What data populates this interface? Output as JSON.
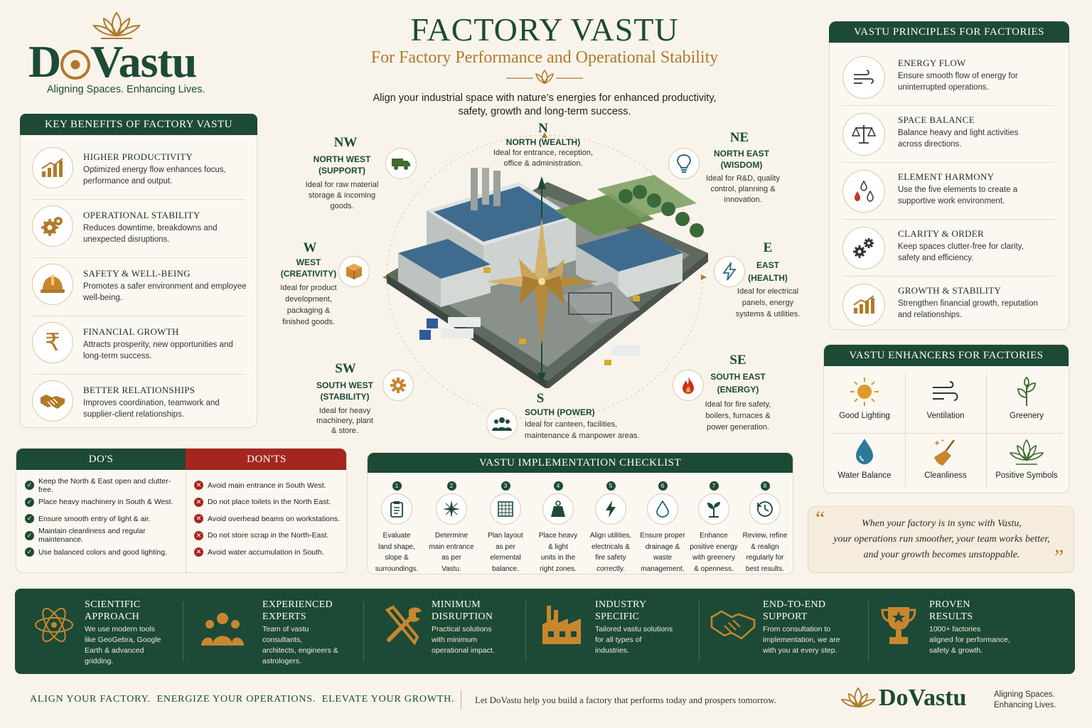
{
  "brand": {
    "name": "DoVastu",
    "tagline": "Aligning Spaces. Enhancing Lives.",
    "colors": {
      "green": "#1d4a36",
      "gold": "#b07a2a",
      "red": "#a3271f"
    }
  },
  "hero": {
    "title": "FACTORY VASTU",
    "subtitle": "For Factory Performance and Operational Stability",
    "intro_line1": "Align your industrial space with nature’s energies for enhanced productivity,",
    "intro_line2": "safety, growth and long-term success."
  },
  "benefits": {
    "header": "KEY BENEFITS OF FACTORY VASTU",
    "items": [
      {
        "icon": "growth-chart-icon",
        "title": "HIGHER PRODUCTIVITY",
        "desc": "Optimized energy flow enhances focus, performance and output."
      },
      {
        "icon": "gears-icon",
        "title": "OPERATIONAL STABILITY",
        "desc": "Reduces downtime, breakdowns and unexpected disruptions."
      },
      {
        "icon": "hard-hat-icon",
        "title": "SAFETY & WELL-BEING",
        "desc": "Promotes a safer environment and employee well-being."
      },
      {
        "icon": "rupee-icon",
        "title": "FINANCIAL GROWTH",
        "desc": "Attracts prosperity, new opportunities and long-term success."
      },
      {
        "icon": "handshake-icon",
        "title": "BETTER RELATIONSHIPS",
        "desc": "Improves coordination, teamwork and supplier-client relationships."
      }
    ]
  },
  "directions": {
    "n": {
      "abbr": "N",
      "name": "NORTH (WEALTH)",
      "desc1": "Ideal for entrance, reception,",
      "desc2": "office & administration."
    },
    "ne": {
      "abbr": "NE",
      "name1": "NORTH EAST",
      "name2": "(WISDOM)",
      "desc1": "Ideal for R&D, quality",
      "desc2": "control, planning &",
      "desc3": "innovation.",
      "icon": "bulb-icon"
    },
    "e": {
      "abbr": "E",
      "name1": "EAST",
      "name2": "(HEALTH)",
      "desc1": "Ideal for electrical",
      "desc2": "panels, energy",
      "desc3": "systems & utilities.",
      "icon": "lightning-icon"
    },
    "se": {
      "abbr": "SE",
      "name1": "SOUTH EAST",
      "name2": "(ENERGY)",
      "desc1": "Ideal for fire safety,",
      "desc2": "boilers, furnaces &",
      "desc3": "power generation.",
      "icon": "fire-icon"
    },
    "s": {
      "abbr": "S",
      "name": "SOUTH (POWER)",
      "desc1": "Ideal for canteen, facilities,",
      "desc2": "maintenance & manpower areas.",
      "icon": "people-icon"
    },
    "sw": {
      "abbr": "SW",
      "name1": "SOUTH WEST",
      "name2": "(STABILITY)",
      "desc1": "Ideal for heavy",
      "desc2": "machinery, plant",
      "desc3": "& store.",
      "icon": "gear-icon"
    },
    "w": {
      "abbr": "W",
      "name1": "WEST",
      "name2": "(CREATIVITY)",
      "desc1": "Ideal for product",
      "desc2": "development,",
      "desc3": "packaging &",
      "desc4": "finished goods.",
      "icon": "box-icon"
    },
    "nw": {
      "abbr": "NW",
      "name1": "NORTH WEST",
      "name2": "(SUPPORT)",
      "desc1": "Ideal for raw material",
      "desc2": "storage & incoming",
      "desc3": "goods.",
      "icon": "truck-icon"
    }
  },
  "dos": {
    "header": "DO'S",
    "items": [
      "Keep the North & East open and clutter-free.",
      "Place heavy machinery in South & West.",
      "Ensure smooth entry of light & air.",
      "Maintain cleanliness and regular maintenance.",
      "Use balanced colors and good lighting."
    ]
  },
  "donts": {
    "header": "DON'TS",
    "items": [
      "Avoid main entrance in South West.",
      "Do not place toilets in the North East.",
      "Avoid overhead beams on workstations.",
      "Do not store scrap in the North-East.",
      "Avoid water accumulation in South."
    ]
  },
  "checklist": {
    "header": "VASTU IMPLEMENTATION CHECKLIST",
    "steps": [
      {
        "num": "1",
        "icon": "clipboard-icon",
        "l1": "Evaluate",
        "l2": "land shape,",
        "l3": "slope &",
        "l4": "surroundings."
      },
      {
        "num": "2",
        "icon": "compass-icon",
        "l1": "Determine",
        "l2": "main entrance",
        "l3": "as per",
        "l4": "Vastu."
      },
      {
        "num": "3",
        "icon": "grid-icon",
        "l1": "Plan layout",
        "l2": "as per",
        "l3": "elemental",
        "l4": "balance."
      },
      {
        "num": "4",
        "icon": "weight-icon",
        "l1": "Place heavy",
        "l2": "& light",
        "l3": "units in the",
        "l4": "right zones."
      },
      {
        "num": "5",
        "icon": "lightning-icon",
        "l1": "Align utilities,",
        "l2": "electricals &",
        "l3": "fire safety",
        "l4": "correctly."
      },
      {
        "num": "6",
        "icon": "drop-icon",
        "l1": "Ensure proper",
        "l2": "drainage &",
        "l3": "waste",
        "l4": "management."
      },
      {
        "num": "7",
        "icon": "sprout-icon",
        "l1": "Enhance",
        "l2": "positive energy",
        "l3": "with greenery",
        "l4": "& openness."
      },
      {
        "num": "8",
        "icon": "review-icon",
        "l1": "Review, refine",
        "l2": "& realign",
        "l3": "regularly for",
        "l4": "best results."
      }
    ]
  },
  "principles": {
    "header": "VASTU PRINCIPLES FOR FACTORIES",
    "items": [
      {
        "icon": "wind-icon",
        "title": "ENERGY FLOW",
        "desc": "Ensure smooth flow of energy for uninterrupted operations."
      },
      {
        "icon": "scales-icon",
        "title": "SPACE BALANCE",
        "desc": "Balance heavy and light activities across directions."
      },
      {
        "icon": "elements-icon",
        "title": "ELEMENT HARMONY",
        "desc": "Use the five elements to create a supportive work environment."
      },
      {
        "icon": "gears-icon",
        "title": "CLARITY & ORDER",
        "desc": "Keep spaces clutter-free for clarity, safety and efficiency."
      },
      {
        "icon": "growth-chart-icon",
        "title": "GROWTH & STABILITY",
        "desc": "Strengthen financial growth, reputation and relationships."
      }
    ]
  },
  "enhancers": {
    "header": "VASTU ENHANCERS FOR FACTORIES",
    "items": [
      {
        "icon": "sun-icon",
        "label": "Good Lighting"
      },
      {
        "icon": "wind-icon",
        "label": "Ventilation"
      },
      {
        "icon": "plant-icon",
        "label": "Greenery"
      },
      {
        "icon": "water-drop-icon",
        "label": "Water Balance"
      },
      {
        "icon": "broom-icon",
        "label": "Cleanliness"
      },
      {
        "icon": "lotus-icon",
        "label": "Positive Symbols"
      }
    ]
  },
  "quote": {
    "line1": "When your factory is in sync with Vastu,",
    "line2": "your operations run smoother, your team works better,",
    "line3": "and your growth becomes unstoppable."
  },
  "features": [
    {
      "icon": "atom-icon",
      "t1": "SCIENTIFIC",
      "t2": "APPROACH",
      "d1": "We use modern tools",
      "d2": "like GeoGebra, Google",
      "d3": "Earth & advanced",
      "d4": "gridding."
    },
    {
      "icon": "team-icon",
      "t1": "EXPERIENCED",
      "t2": "EXPERTS",
      "d1": "Team of vastu",
      "d2": "consultants,",
      "d3": "architects, engineers &",
      "d4": "astrologers."
    },
    {
      "icon": "tools-icon",
      "t1": "MINIMUM",
      "t2": "DISRUPTION",
      "d1": "Practical solutions",
      "d2": "with minimum",
      "d3": "operational impact.",
      "d4": ""
    },
    {
      "icon": "factory-icon",
      "t1": "INDUSTRY",
      "t2": "SPECIFIC",
      "d1": "Tailored vastu solutions",
      "d2": "for all types of",
      "d3": "industries.",
      "d4": ""
    },
    {
      "icon": "handshake-icon",
      "t1": "END-TO-END",
      "t2": "SUPPORT",
      "d1": "From consultation to",
      "d2": "implementation, we are",
      "d3": "with you at every step.",
      "d4": ""
    },
    {
      "icon": "trophy-icon",
      "t1": "PROVEN",
      "t2": "RESULTS",
      "d1": "1000+ factories",
      "d2": "aligned for performance,",
      "d3": "safety & growth.",
      "d4": ""
    }
  ],
  "footer": {
    "slogan": "ALIGN YOUR FACTORY.  ENERGIZE YOUR OPERATIONS.  ELEVATE YOUR GROWTH.",
    "message": "Let DoVastu help you build a factory that performs today and prospers tomorrow.",
    "brand": "DoVastu",
    "tag1": "Aligning Spaces.",
    "tag2": "Enhancing Lives."
  }
}
